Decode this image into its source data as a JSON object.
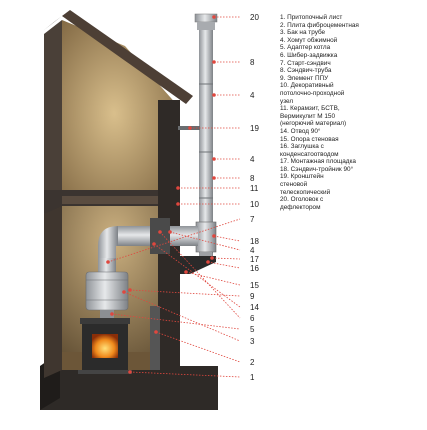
{
  "callouts": [
    "20",
    "8",
    "4",
    "19",
    "4",
    "8",
    "11",
    "10",
    "7",
    "18",
    "4",
    "17",
    "16",
    "15",
    "9",
    "14",
    "6",
    "5",
    "3",
    "2",
    "1"
  ],
  "legend": [
    "1. Притопочный лист",
    "2. Плита фиброцементная",
    "3. Бак на трубе",
    "4. Хомут обжимной",
    "5. Адаптер котла",
    "6. Шибер-задвижка",
    "7. Старт-сэндвич",
    "8. Сэндвич-труба",
    "9. Элемент ППУ",
    "10. Декоративный",
    "потолочно-проходной",
    "узел",
    "11. Керамзит, БСТВ,",
    "Вермикулит М 150",
    "(негорючий материал)",
    "14. Отвод 90°",
    "15. Опора стеновая",
    "16. Заглушка с",
    "конденсатоотводом",
    "17. Монтажная площадка",
    "18. Сэндвич-тройник 90°",
    "19. Кронштейн",
    "стеновой",
    "телескопический",
    "20. Оголовок с",
    "дефлектором"
  ],
  "colors": {
    "callout_red": "#e0473e",
    "wall_dark": "#3a3430",
    "interior_warm": "#b79a6a",
    "pipe_steel": "#b9bcc0",
    "fire": "#e8861c"
  }
}
